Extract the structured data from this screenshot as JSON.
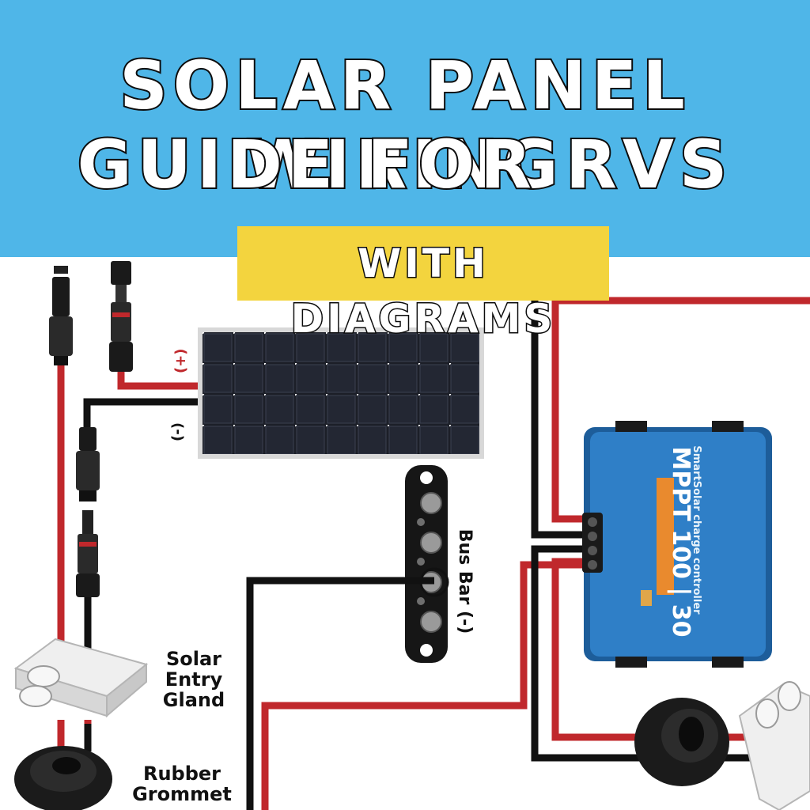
{
  "title": {
    "line1": "SOLAR PANEL WIRING",
    "line2": "GUIDE FOR RVS",
    "subtitle": "WITH DIAGRAMS"
  },
  "labels": {
    "solar_entry_gland": "Solar\nEntry\nGland",
    "rubber_grommet": "Rubber\nGrommet",
    "bus_bar": "Bus Bar (-)",
    "positive": "(+)",
    "negative": "(-)"
  },
  "controller": {
    "model": "MPPT 100 | 30",
    "brand_line": "SmartSolar charge controller"
  },
  "colors": {
    "banner": "#4fb6e8",
    "subtitle_box": "#f3d43e",
    "positive_wire": "#c0282c",
    "negative_wire": "#111111",
    "controller_body": "#2f7fc7"
  }
}
